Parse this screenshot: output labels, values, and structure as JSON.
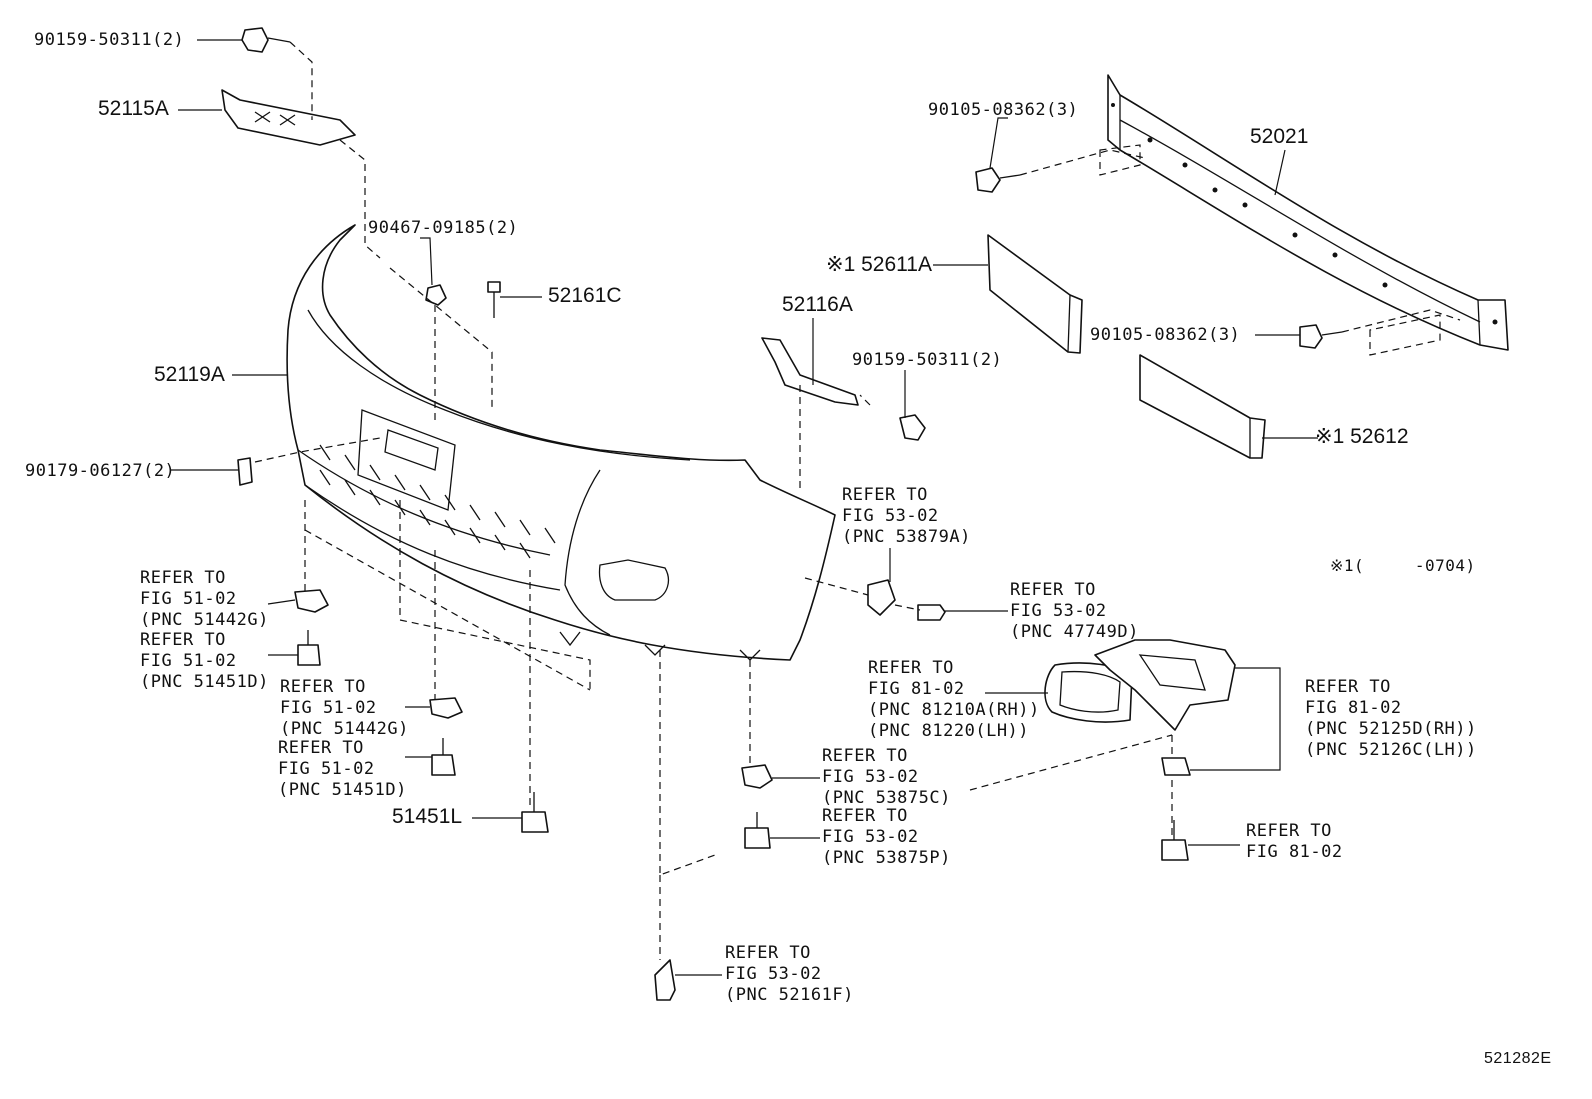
{
  "labels": {
    "p90159_top": "90159-50311(2)",
    "p52115A": "52115A",
    "p90467": "90467-09185(2)",
    "p52161C": "52161C",
    "p52119A": "52119A",
    "p90179": "90179-06127(2)",
    "p90105_top": "90105-08362(3)",
    "p52021": "52021",
    "p52611A": "※1 52611A",
    "p52116A": "52116A",
    "p90159_mid": "90159-50311(2)",
    "p90105_mid": "90105-08362(3)",
    "p52612": "※1 52612",
    "ref_53879A": "REFER TO\nFIG 53-02\n(PNC 53879A)",
    "note_range": "※1(     -0704)",
    "ref_51442G_left": "REFER TO\nFIG 51-02\n(PNC 51442G)",
    "ref_47749D": "REFER TO\nFIG 53-02\n(PNC 47749D)",
    "ref_51451D_left": "REFER TO\nFIG 51-02\n(PNC 51451D)",
    "ref_81210A": "REFER TO\nFIG 81-02\n(PNC 81210A(RH))\n(PNC 81220(LH))",
    "ref_51442G_mid": "REFER TO\nFIG 51-02\n(PNC 51442G)",
    "ref_52125D": "REFER TO\nFIG 81-02\n(PNC 52125D(RH))\n(PNC 52126C(LH))",
    "ref_51451D_mid": "REFER TO\nFIG 51-02\n(PNC 51451D)",
    "ref_53875C": "REFER TO\nFIG 53-02\n(PNC 53875C)",
    "p51451L": "51451L",
    "ref_53875P": "REFER TO\nFIG 53-02\n(PNC 53875P)",
    "ref_81_02": "REFER TO\nFIG 81-02",
    "ref_52161F": "REFER TO\nFIG 53-02\n(PNC 52161F)",
    "figure_id": "521282E"
  }
}
